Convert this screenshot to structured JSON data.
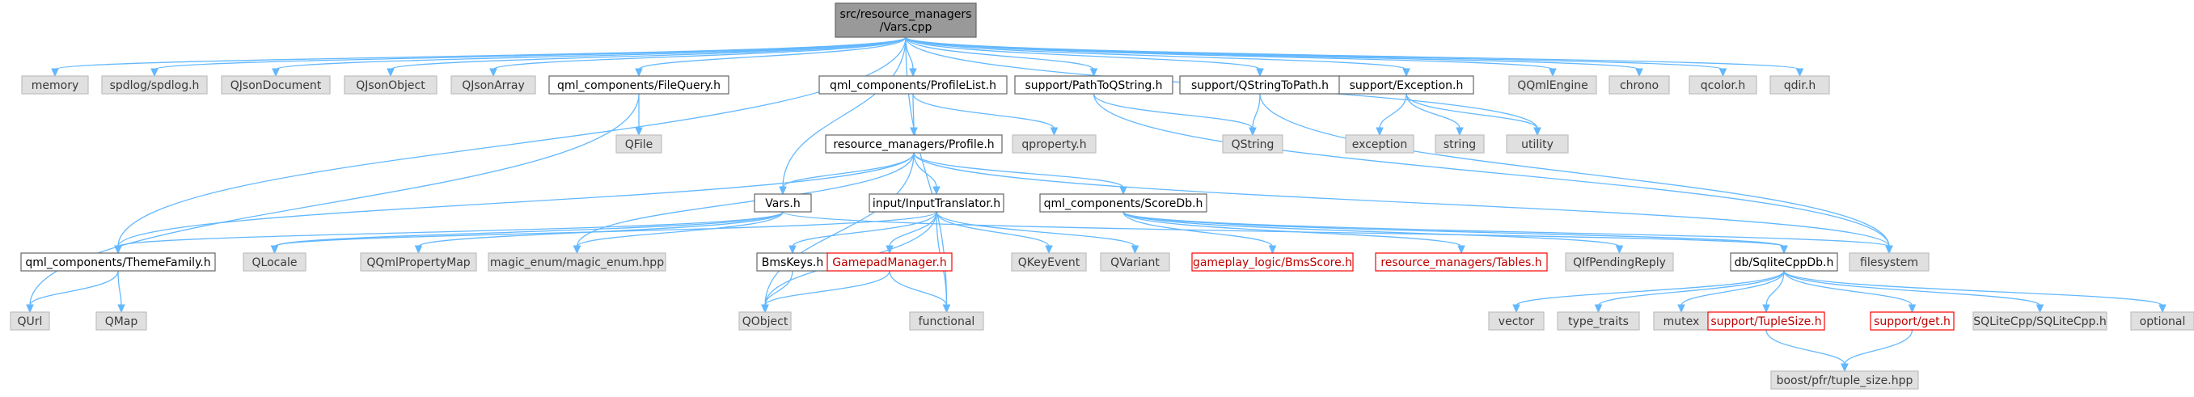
{
  "graph": {
    "colors": {
      "edge": "#63b8ff",
      "root_fill": "#999999",
      "std_fill": "#e0e0e0",
      "missing_border": "#ff0000",
      "local_border": "#666666"
    },
    "nodes": [
      {
        "id": "root",
        "lines": [
          "src/resource_managers",
          "/Vars.cpp"
        ],
        "kind": "root"
      },
      {
        "id": "memory",
        "lines": [
          "memory"
        ],
        "kind": "std"
      },
      {
        "id": "spdlog",
        "lines": [
          "spdlog/spdlog.h"
        ],
        "kind": "std"
      },
      {
        "id": "qjsondocument",
        "lines": [
          "QJsonDocument"
        ],
        "kind": "std"
      },
      {
        "id": "qjsonobject",
        "lines": [
          "QJsonObject"
        ],
        "kind": "std"
      },
      {
        "id": "qjsonarray",
        "lines": [
          "QJsonArray"
        ],
        "kind": "std"
      },
      {
        "id": "filequery",
        "lines": [
          "qml_components/FileQuery.h"
        ],
        "kind": "local"
      },
      {
        "id": "profilelist",
        "lines": [
          "qml_components/ProfileList.h"
        ],
        "kind": "local"
      },
      {
        "id": "pathtoqstring",
        "lines": [
          "support/PathToQString.h"
        ],
        "kind": "local"
      },
      {
        "id": "qstringtopath",
        "lines": [
          "support/QStringToPath.h"
        ],
        "kind": "local"
      },
      {
        "id": "exception_h",
        "lines": [
          "support/Exception.h"
        ],
        "kind": "local"
      },
      {
        "id": "qqmlengine",
        "lines": [
          "QQmlEngine"
        ],
        "kind": "std"
      },
      {
        "id": "chrono",
        "lines": [
          "chrono"
        ],
        "kind": "std"
      },
      {
        "id": "qcolor",
        "lines": [
          "qcolor.h"
        ],
        "kind": "std"
      },
      {
        "id": "qdir",
        "lines": [
          "qdir.h"
        ],
        "kind": "std"
      },
      {
        "id": "qfile",
        "lines": [
          "QFile"
        ],
        "kind": "std"
      },
      {
        "id": "profile",
        "lines": [
          "resource_managers/Profile.h"
        ],
        "kind": "local"
      },
      {
        "id": "qproperty",
        "lines": [
          "qproperty.h"
        ],
        "kind": "std"
      },
      {
        "id": "qstring",
        "lines": [
          "QString"
        ],
        "kind": "std"
      },
      {
        "id": "exception",
        "lines": [
          "exception"
        ],
        "kind": "std"
      },
      {
        "id": "string",
        "lines": [
          "string"
        ],
        "kind": "std"
      },
      {
        "id": "utility",
        "lines": [
          "utility"
        ],
        "kind": "std"
      },
      {
        "id": "vars",
        "lines": [
          "Vars.h"
        ],
        "kind": "local"
      },
      {
        "id": "inputtranslator",
        "lines": [
          "input/InputTranslator.h"
        ],
        "kind": "local"
      },
      {
        "id": "scoredb",
        "lines": [
          "qml_components/ScoreDb.h"
        ],
        "kind": "local"
      },
      {
        "id": "themefamily",
        "lines": [
          "qml_components/ThemeFamily.h"
        ],
        "kind": "local"
      },
      {
        "id": "qlocale",
        "lines": [
          "QLocale"
        ],
        "kind": "std"
      },
      {
        "id": "qqmlpropertymap",
        "lines": [
          "QQmlPropertyMap"
        ],
        "kind": "std"
      },
      {
        "id": "magicenum",
        "lines": [
          "magic_enum/magic_enum.hpp"
        ],
        "kind": "std"
      },
      {
        "id": "bmskeys",
        "lines": [
          "BmsKeys.h"
        ],
        "kind": "local"
      },
      {
        "id": "gamepadmanager",
        "lines": [
          "GamepadManager.h"
        ],
        "kind": "missing"
      },
      {
        "id": "qkeyevent",
        "lines": [
          "QKeyEvent"
        ],
        "kind": "std"
      },
      {
        "id": "qvariant",
        "lines": [
          "QVariant"
        ],
        "kind": "std"
      },
      {
        "id": "bmsscore",
        "lines": [
          "gameplay_logic/BmsScore.h"
        ],
        "kind": "missing"
      },
      {
        "id": "tables",
        "lines": [
          "resource_managers/Tables.h"
        ],
        "kind": "missing"
      },
      {
        "id": "qifpendingreply",
        "lines": [
          "QIfPendingReply"
        ],
        "kind": "std"
      },
      {
        "id": "sqlitecppdb",
        "lines": [
          "db/SqliteCppDb.h"
        ],
        "kind": "local"
      },
      {
        "id": "filesystem",
        "lines": [
          "filesystem"
        ],
        "kind": "std"
      },
      {
        "id": "qurl",
        "lines": [
          "QUrl"
        ],
        "kind": "std"
      },
      {
        "id": "qmap",
        "lines": [
          "QMap"
        ],
        "kind": "std"
      },
      {
        "id": "qobject",
        "lines": [
          "QObject"
        ],
        "kind": "std"
      },
      {
        "id": "functional",
        "lines": [
          "functional"
        ],
        "kind": "std"
      },
      {
        "id": "vector",
        "lines": [
          "vector"
        ],
        "kind": "std"
      },
      {
        "id": "type_traits",
        "lines": [
          "type_traits"
        ],
        "kind": "std"
      },
      {
        "id": "mutex",
        "lines": [
          "mutex"
        ],
        "kind": "std"
      },
      {
        "id": "tuplesize",
        "lines": [
          "support/TupleSize.h"
        ],
        "kind": "missing"
      },
      {
        "id": "get",
        "lines": [
          "support/get.h"
        ],
        "kind": "missing"
      },
      {
        "id": "sqlitecpp",
        "lines": [
          "SQLiteCpp/SQLiteCpp.h"
        ],
        "kind": "std"
      },
      {
        "id": "optional",
        "lines": [
          "optional"
        ],
        "kind": "std"
      },
      {
        "id": "boostpfr",
        "lines": [
          "boost/pfr/tuple_size.hpp"
        ],
        "kind": "std"
      }
    ],
    "edges": [
      [
        "root",
        "memory"
      ],
      [
        "root",
        "spdlog"
      ],
      [
        "root",
        "qjsondocument"
      ],
      [
        "root",
        "qjsonobject"
      ],
      [
        "root",
        "qjsonarray"
      ],
      [
        "root",
        "filequery"
      ],
      [
        "root",
        "profilelist"
      ],
      [
        "root",
        "pathtoqstring"
      ],
      [
        "root",
        "qstringtopath"
      ],
      [
        "root",
        "exception_h"
      ],
      [
        "root",
        "qqmlengine"
      ],
      [
        "root",
        "chrono"
      ],
      [
        "root",
        "qcolor"
      ],
      [
        "root",
        "qdir"
      ],
      [
        "root",
        "utility"
      ],
      [
        "root",
        "vars"
      ],
      [
        "root",
        "themefamily"
      ],
      [
        "root",
        "functional"
      ],
      [
        "filequery",
        "qfile"
      ],
      [
        "filequery",
        "qurl"
      ],
      [
        "profilelist",
        "profile"
      ],
      [
        "profilelist",
        "qproperty"
      ],
      [
        "pathtoqstring",
        "qstring"
      ],
      [
        "pathtoqstring",
        "filesystem"
      ],
      [
        "qstringtopath",
        "qstring"
      ],
      [
        "qstringtopath",
        "filesystem"
      ],
      [
        "exception_h",
        "exception"
      ],
      [
        "exception_h",
        "string"
      ],
      [
        "exception_h",
        "utility"
      ],
      [
        "profile",
        "vars"
      ],
      [
        "profile",
        "inputtranslator"
      ],
      [
        "profile",
        "scoredb"
      ],
      [
        "profile",
        "themefamily"
      ],
      [
        "profile",
        "qobject"
      ],
      [
        "profile",
        "magicenum"
      ],
      [
        "profile",
        "filesystem"
      ],
      [
        "vars",
        "themefamily"
      ],
      [
        "vars",
        "qlocale"
      ],
      [
        "vars",
        "qqmlpropertymap"
      ],
      [
        "vars",
        "magicenum"
      ],
      [
        "vars",
        "sqlitecppdb"
      ],
      [
        "inputtranslator",
        "bmskeys"
      ],
      [
        "inputtranslator",
        "gamepadmanager"
      ],
      [
        "inputtranslator",
        "qkeyevent"
      ],
      [
        "inputtranslator",
        "qvariant"
      ],
      [
        "inputtranslator",
        "functional"
      ],
      [
        "inputtranslator",
        "qobject"
      ],
      [
        "inputtranslator",
        "qlocale"
      ],
      [
        "scoredb",
        "bmsscore"
      ],
      [
        "scoredb",
        "tables"
      ],
      [
        "scoredb",
        "qifpendingreply"
      ],
      [
        "scoredb",
        "sqlitecppdb"
      ],
      [
        "scoredb",
        "filesystem"
      ],
      [
        "themefamily",
        "qurl"
      ],
      [
        "themefamily",
        "qmap"
      ],
      [
        "bmskeys",
        "qobject"
      ],
      [
        "gamepadmanager",
        "qobject"
      ],
      [
        "gamepadmanager",
        "functional"
      ],
      [
        "sqlitecppdb",
        "vector"
      ],
      [
        "sqlitecppdb",
        "type_traits"
      ],
      [
        "sqlitecppdb",
        "mutex"
      ],
      [
        "sqlitecppdb",
        "tuplesize"
      ],
      [
        "sqlitecppdb",
        "get"
      ],
      [
        "sqlitecppdb",
        "sqlitecpp"
      ],
      [
        "sqlitecppdb",
        "optional"
      ],
      [
        "tuplesize",
        "boostpfr"
      ],
      [
        "get",
        "boostpfr"
      ]
    ]
  }
}
